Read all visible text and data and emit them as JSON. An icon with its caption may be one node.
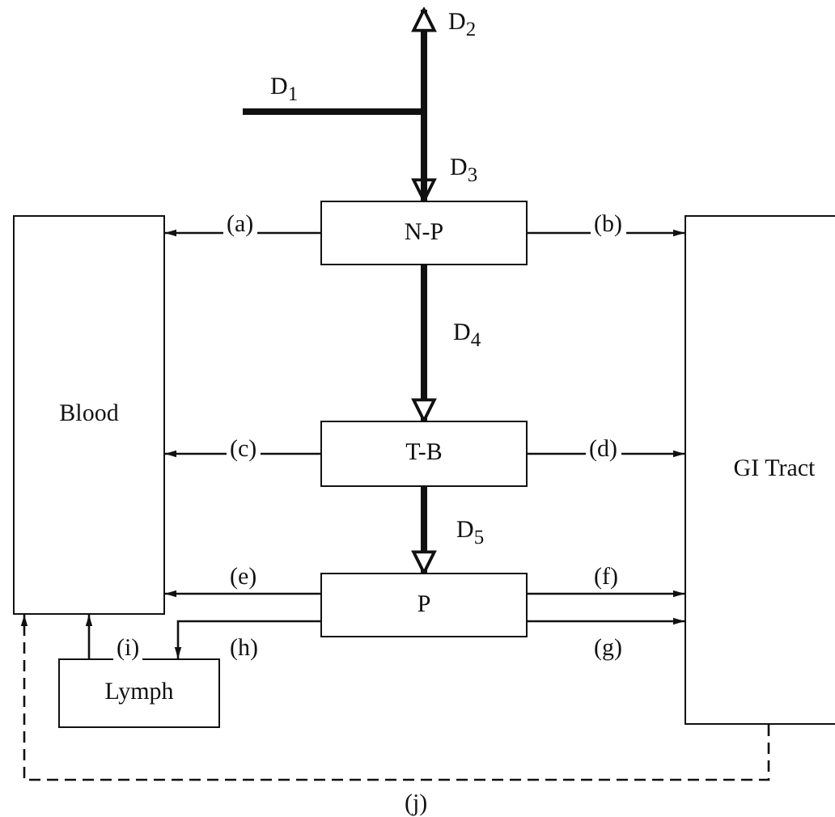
{
  "diagram": {
    "nodes": [
      {
        "text": [
          "Blood"
        ]
      },
      {
        "text": [
          "N-P"
        ]
      },
      {
        "text": [
          "T-B"
        ]
      },
      {
        "text": [
          "P"
        ]
      },
      {
        "text": [
          "GI Tract"
        ]
      },
      {
        "text": [
          "Lymph"
        ]
      }
    ],
    "edges": [
      {
        "from": null,
        "to": 1,
        "arrow": "to",
        "label": "D$_{1}$",
        "style": "thick"
      },
      {
        "from": 1,
        "to": null,
        "arrow": "to",
        "label": "D$_{2}$",
        "style": "thick"
      },
      {
        "from": 1,
        "to": 2,
        "arrow": "to",
        "label": "D$_{4}$",
        "style": "thick"
      },
      {
        "from": 2,
        "to": 3,
        "arrow": "to",
        "label": "D$_{5}$",
        "style": "thick"
      },
      {
        "from": 1,
        "to": 0,
        "arrow": "to",
        "label": "(a)"
      },
      {
        "from": 1,
        "to": 4,
        "arrow": "to",
        "label": "(b)"
      },
      {
        "from": 2,
        "to": 0,
        "arrow": "to",
        "label": "(c)"
      },
      {
        "from": 2,
        "to": 4,
        "arrow": "to",
        "label": "(d)"
      },
      {
        "from": 3,
        "to": 0,
        "arrow": "to",
        "label": "(e)"
      },
      {
        "from": 3,
        "to": 4,
        "arrow": "to",
        "label": "(f)"
      },
      {
        "from": 3,
        "to": 4,
        "arrow": "to",
        "label": "(g)"
      },
      {
        "from": 3,
        "to": 5,
        "arrow": "to",
        "label": "(h)"
      },
      {
        "from": 5,
        "to": 0,
        "arrow": "to",
        "label": "(i)"
      },
      {
        "from": 4,
        "to": 0,
        "arrow": "to",
        "label": "(j)",
        "style": "dashed"
      }
    ],
    "labels": [
      "D$_{3}$"
    ]
  }
}
